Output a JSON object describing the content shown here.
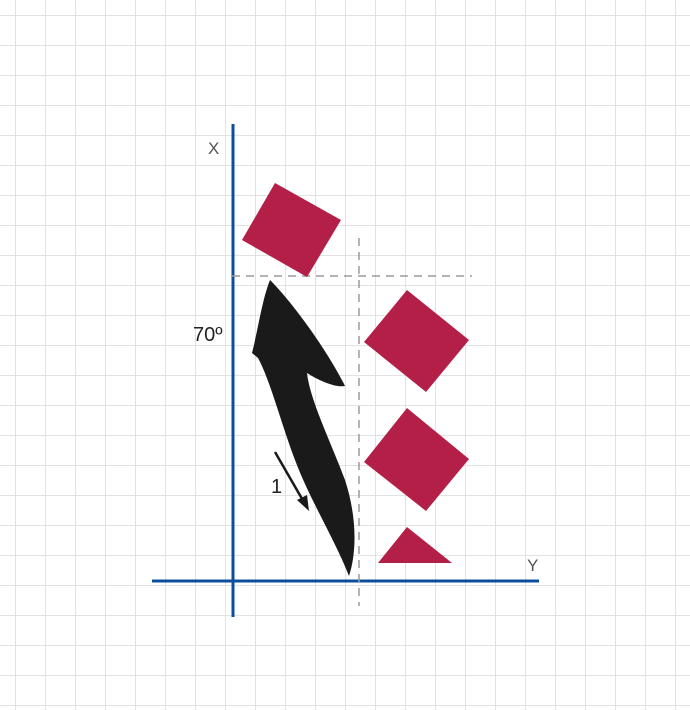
{
  "labels": {
    "x_axis": "X",
    "y_axis": "Y",
    "angle": "70º",
    "step": "1"
  },
  "colors": {
    "axis": "#0b4f9c",
    "shape": "#b41f48",
    "arrow": "#1a1a1a",
    "guide": "#9a9a9a"
  }
}
